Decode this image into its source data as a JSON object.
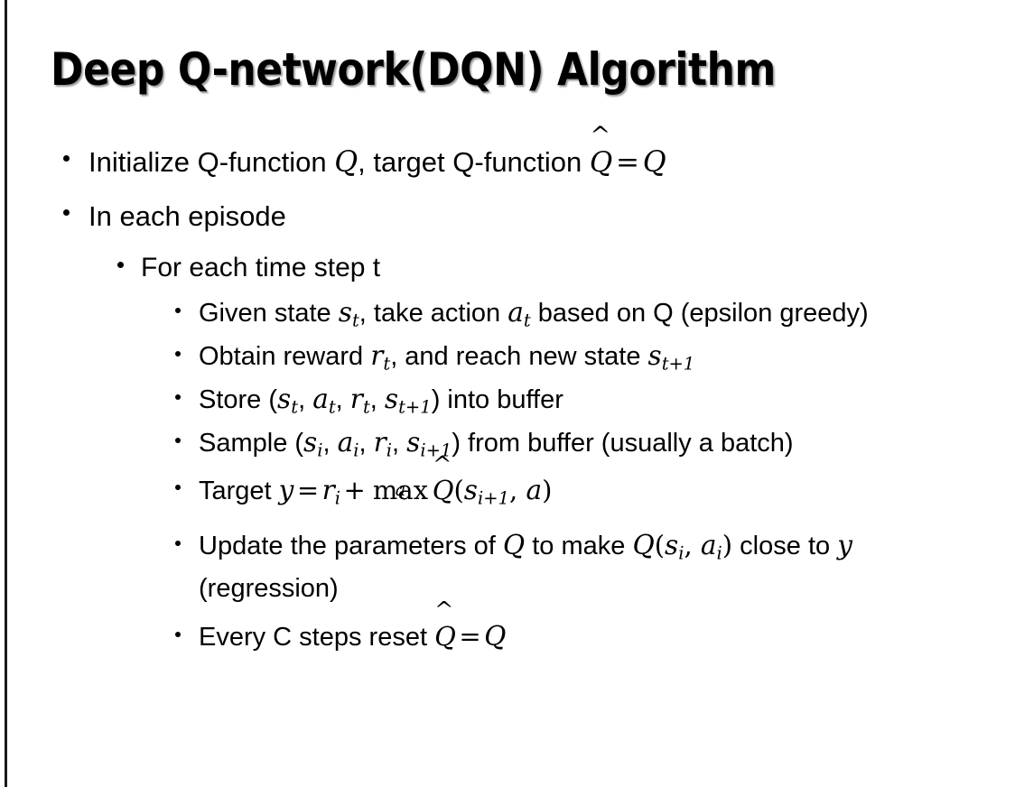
{
  "slide": {
    "title": "Deep Q-network(DQN) Algorithm",
    "background_color": "#ffffff",
    "text_color": "#000000",
    "edge_accent_color": "#1a1a1a"
  },
  "bullets": {
    "initialize": {
      "prefix": "Initialize Q-function ",
      "q1": "Q",
      "mid": ", target Q-function ",
      "qhat": "Q",
      "equals": "=",
      "q2": "Q"
    },
    "in_each_episode": "In each episode",
    "for_each_time_step": "For each time step t",
    "given_state": {
      "prefix": "Given state ",
      "s": "s",
      "s_sub": "t",
      "mid": ", take action ",
      "a": "a",
      "a_sub": "t",
      "suffix": " based on Q (epsilon greedy)"
    },
    "obtain_reward": {
      "prefix": "Obtain reward ",
      "r": "r",
      "r_sub": "t",
      "mid": ", and reach new state ",
      "s": "s",
      "s_sub": "t+1"
    },
    "store": {
      "prefix": "Store (",
      "s1": "s",
      "s1_sub": "t",
      "sep1": ", ",
      "a1": "a",
      "a1_sub": "t",
      "sep2": ", ",
      "r1": "r",
      "r1_sub": "t",
      "sep3": ", ",
      "s2": "s",
      "s2_sub": "t+1",
      "suffix": ") into buffer"
    },
    "sample": {
      "prefix": "Sample (",
      "s1": "s",
      "s1_sub": "i",
      "sep1": ", ",
      "a1": "a",
      "a1_sub": "i",
      "sep2": ", ",
      "r1": "r",
      "r1_sub": "i",
      "sep3": ", ",
      "s2": "s",
      "s2_sub": "i+1",
      "suffix": ") from buffer (usually a batch)"
    },
    "target": {
      "prefix": "Target ",
      "y": "y",
      "equals": "=",
      "r": "r",
      "r_sub": "i",
      "plus": "+",
      "max": "max",
      "max_under": "a",
      "qhat": "Q",
      "open": "(",
      "s": "s",
      "s_sub": "i+1",
      "comma": ", ",
      "a": "a",
      "close": ")"
    },
    "update": {
      "prefix": "Update the parameters of ",
      "q1": "Q",
      "mid": " to make ",
      "q2": "Q",
      "open": "(",
      "s": "s",
      "s_sub": "i",
      "comma": ", ",
      "a": "a",
      "a_sub": "i",
      "close": ")",
      "suffix": " close to ",
      "y": "y",
      "tail": " (regression)"
    },
    "reset": {
      "prefix": "Every C steps reset ",
      "qhat": "Q",
      "equals": "=",
      "q": "Q"
    }
  }
}
